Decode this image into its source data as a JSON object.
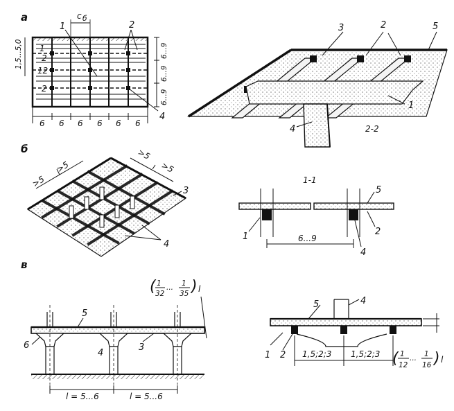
{
  "sections": {
    "a": "а",
    "b": "б",
    "v": "в"
  },
  "callouts": {
    "n1": "1",
    "n2": "2",
    "n3": "3",
    "n4": "4",
    "n5": "5",
    "n6": "6"
  },
  "sec_a": {
    "plan": {
      "spacing_label": "c",
      "spacing_sub": "б",
      "left_dim": "1,5...5,0",
      "right_dims": [
        "6...9",
        "6...9",
        "6...9"
      ],
      "row_labels": [
        "1",
        "2",
        "12",
        "2"
      ],
      "bottom_dims": [
        "6",
        "6",
        "6",
        "6",
        "6",
        "6"
      ]
    },
    "iso": {
      "section_label": "2-2"
    }
  },
  "sec_b": {
    "iso_dims": [
      ">5",
      ">5",
      ">5",
      ">5"
    ],
    "section": {
      "title": "1-1",
      "span": "6...9"
    }
  },
  "sec_v": {
    "elev": {
      "ratio_num1": "1",
      "ratio_den1": "32",
      "ratio_num2": "1",
      "ratio_den2": "35",
      "ratio_dots": "...",
      "ratio_l": "l",
      "spans": [
        "l = 5...6",
        "l = 5...6"
      ]
    },
    "detail": {
      "spans": [
        "1,5;2;3",
        "1,5;2;3"
      ],
      "ratio_num1": "1",
      "ratio_den1": "12",
      "ratio_num2": "1",
      "ratio_den2": "16",
      "ratio_dots": "...",
      "ratio_l": "l"
    }
  }
}
